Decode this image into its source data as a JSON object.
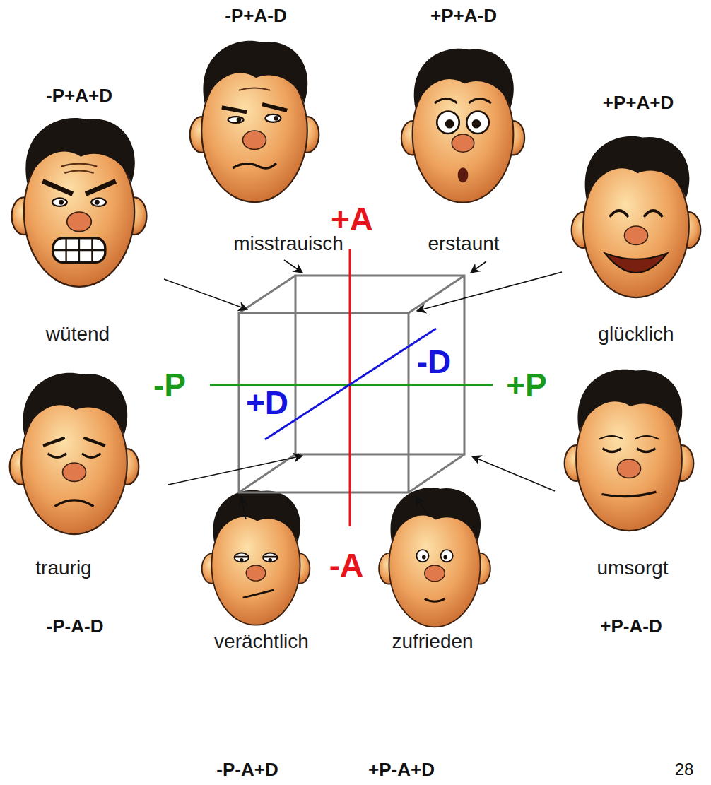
{
  "diagram": {
    "labels": [
      "-P+A-D",
      "+P+A-D",
      "-P+A+D",
      "+P+A+D",
      "+A",
      "misstrauisch",
      "erstaunt",
      "wütend",
      "glücklich",
      "-D",
      "-P",
      "+P",
      "+D",
      "traurig",
      "-A",
      "umsorgt",
      "-P-A-D",
      "+P-A-D",
      "verächtlich",
      "zufrieden",
      "-P-A+D",
      "+P-A+D",
      "28"
    ]
  }
}
